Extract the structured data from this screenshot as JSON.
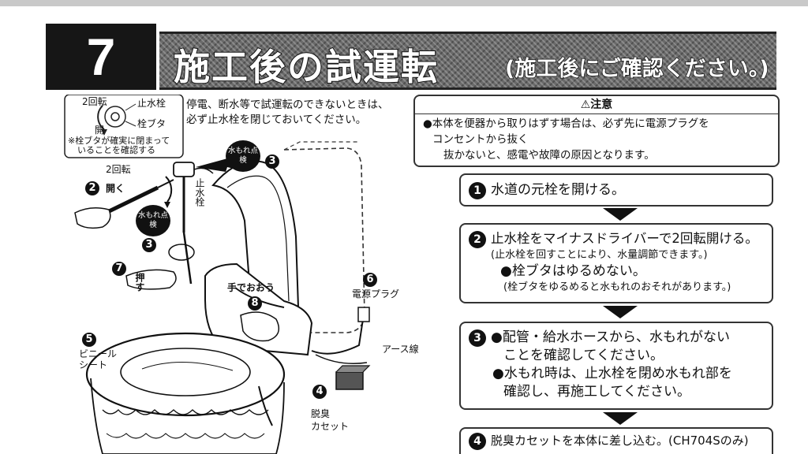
{
  "header": {
    "step_number": "7",
    "title": "施工後の試運転",
    "subtitle": "(施工後にご確認ください。)"
  },
  "note": {
    "line1": "停電、断水等で試運転のできないときは、",
    "line2": "必ず止水栓を閉じておいてください。"
  },
  "inset": {
    "rotate_top": "2回転",
    "valve": "止水栓",
    "cap": "栓ブタ",
    "open": "開",
    "note_line1": "※栓ブタが確実に閉まって",
    "note_line2": "いることを確認する"
  },
  "diagram": {
    "rotate2": "2回転",
    "open_label": "開く",
    "leak_check": "水もれ点検",
    "valve_vertical": "止水栓",
    "push": "押す",
    "cover_hand": "手でおおう",
    "vinyl_sheet_1": "ビニール",
    "vinyl_sheet_2": "シート",
    "power_plug": "電源プラグ",
    "ground_wire": "アース線",
    "deodor_1": "脱臭",
    "deodor_2": "カセット",
    "n2": "2",
    "n3": "3",
    "n4": "4",
    "n5": "5",
    "n6": "6",
    "n7": "7",
    "n8": "8"
  },
  "caution": {
    "title": "⚠注意",
    "line1": "●本体を便器から取りはずす場合は、必ず先に電源プラグを",
    "line2": "コンセントから抜く",
    "line3": "抜かないと、感電や故障の原因となります。"
  },
  "steps": [
    {
      "num": "1",
      "text": "水道の元栓を開ける。"
    },
    {
      "num": "2",
      "text": "止水栓をマイナスドライバーで2回転開ける。",
      "sub1": "(止水栓を回すことにより、水量調節できます。)",
      "sub2": "●栓ブタはゆるめない。",
      "sub3": "(栓ブタをゆるめると水もれのおそれがあります。)"
    },
    {
      "num": "3",
      "text": "●配管・給水ホースから、水もれがない",
      "sub1": "ことを確認してください。",
      "sub2": "●水もれ時は、止水栓を閉め水もれ部を",
      "sub3": "確認し、再施工してください。"
    },
    {
      "num": "4",
      "text": "脱臭カセットを本体に差し込む。(CH704Sのみ)"
    }
  ]
}
